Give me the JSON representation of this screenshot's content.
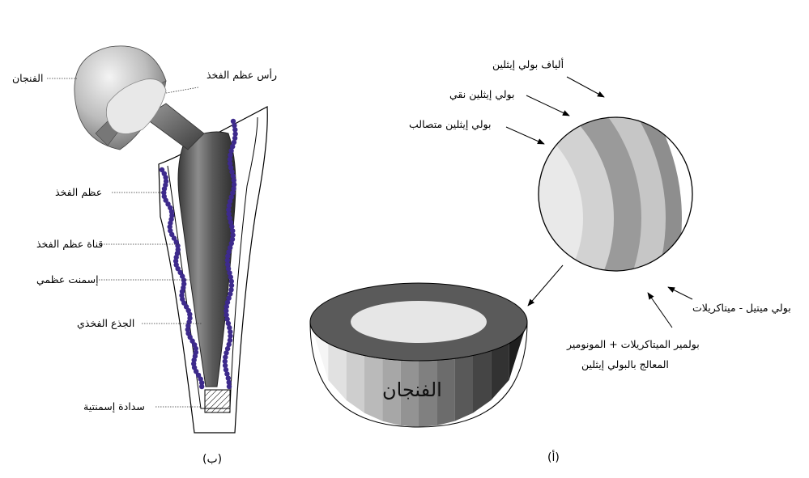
{
  "figure_b": {
    "caption": "(ب)",
    "labels": {
      "cup": "الفنجان",
      "femoral_head": "رأس عظم الفخذ",
      "femur": "عظم الفخذ",
      "femoral_canal": "قناة عظم الفخذ",
      "bone_cement": "إسمنت عظمي",
      "femoral_stem": "الجذع الفخذي",
      "cement_plug": "سدادة إسمنتية"
    }
  },
  "figure_a": {
    "caption": "(أ)",
    "cup_title": "الفنجان",
    "labels": {
      "pe_fibers": "ألياف بولي إيثلين",
      "pure_pe": "بولي إيثلين نقي",
      "crosslinked_pe": "بولي إيثلين متصالب",
      "pmma": "بولي ميتيل - ميتاكريلات",
      "polymer_line1": "بولمير الميتاكريلات + المونومير",
      "polymer_line2": "المعالج بالبولي إيثلين"
    }
  },
  "colors": {
    "cement_dots": "#3d2a8c",
    "cup_rim": "#555555",
    "cup_inner": "#e6e6e6"
  }
}
